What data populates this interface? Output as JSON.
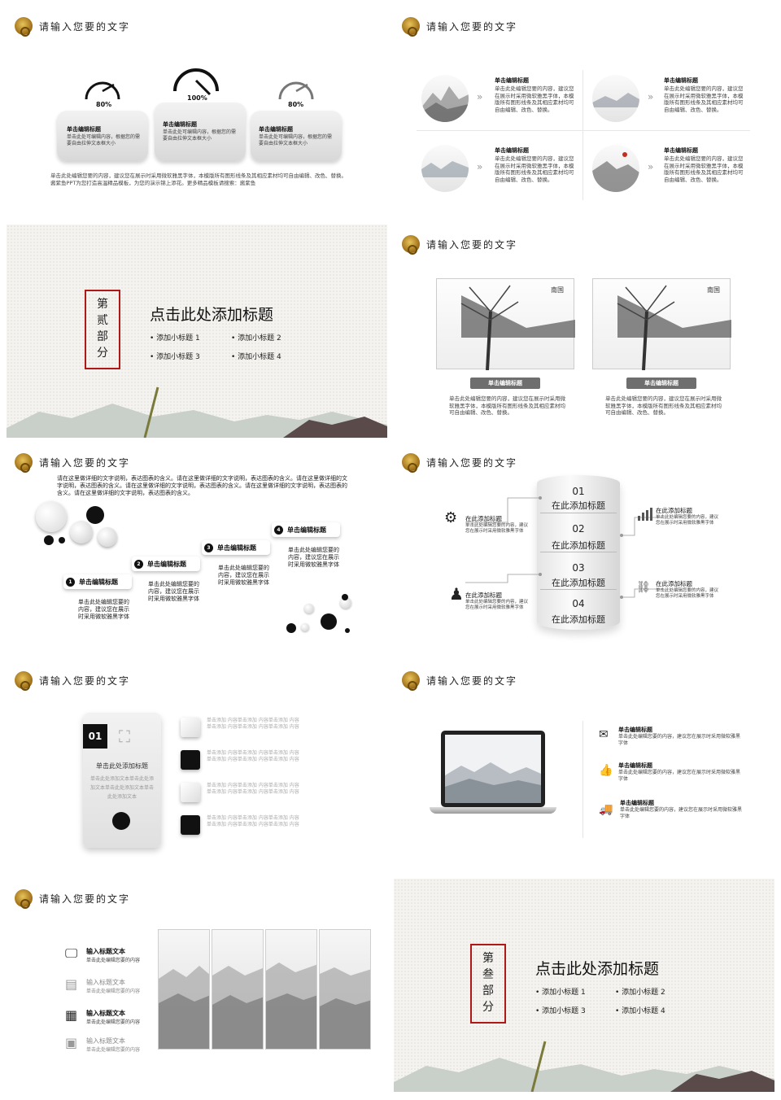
{
  "header_text": "请输入您要的文字",
  "slide1": {
    "gauges": [
      {
        "label": "80%",
        "value": 0.8
      },
      {
        "label": "100%",
        "value": 1.0
      },
      {
        "label": "80%",
        "value": 0.8
      }
    ],
    "cards": [
      {
        "title": "单击编辑标题",
        "body": "单击此处可编辑内容，根据您的需要自由拉伸文本框大小"
      },
      {
        "title": "单击编辑标题",
        "body": "单击此处可编辑内容，根据您的需要自由拉伸文本框大小"
      },
      {
        "title": "单击编辑标题",
        "body": "单击此处可编辑内容，根据您的需要自由拉伸文本框大小"
      }
    ],
    "footer": "单击此处编辑您要的内容，建议您在展示时采用微软雅黑字体，本模版所有图形线条及其相应素材均可自由编辑、改色、替换。酱紫鱼PPT为您打造高温精品模板，为您的演示锦上添花。更多精品模板请搜索：酱紫鱼"
  },
  "slide2": {
    "items": [
      {
        "title": "单击编辑标题",
        "body": "单击此处编辑您要的内容，建议您在展示时采用微软雅黑字体，本模版所有图形线条及其相应素材均可自由编辑、改色、替换。"
      },
      {
        "title": "单击编辑标题",
        "body": "单击此处编辑您要的内容，建议您在展示时采用微软雅黑字体，本模版所有图形线条及其相应素材均可自由编辑、改色、替换。"
      },
      {
        "title": "单击编辑标题",
        "body": "单击此处编辑您要的内容，建议您在展示时采用微软雅黑字体，本模版所有图形线条及其相应素材均可自由编辑、改色、替换。"
      },
      {
        "title": "单击编辑标题",
        "body": "单击此处编辑您要的内容，建议您在展示时采用微软雅黑字体，本模版所有图形线条及其相应素材均可自由编辑、改色、替换。"
      }
    ]
  },
  "slide3": {
    "seal": [
      "第",
      "贰",
      "部",
      "分"
    ],
    "title": "点击此处添加标题",
    "subs": [
      "添加小标题 1",
      "添加小标题 2",
      "添加小标题 3",
      "添加小标题 4"
    ]
  },
  "slide4": {
    "seal_text": "南国",
    "items": [
      {
        "button": "单击编辑标题",
        "body": "单击此处编辑您要的内容，建议您在展示时采用微软雅黑字体，本模版所有图形线条及其相应素材均可自由编辑、改色、替换。"
      },
      {
        "button": "单击编辑标题",
        "body": "单击此处编辑您要的内容，建议您在展示时采用微软雅黑字体，本模版所有图形线条及其相应素材均可自由编辑、改色、替换。"
      }
    ]
  },
  "slide5": {
    "intro": "请在这里做详细的文字说明，表达图表的含义。请在这里做详细的文字说明，表达图表的含义。请在这里做详细的文字说明，表达图表的含义。请在这里做详细的文字说明，表达图表的含义。请在这里做详细的文字说明，表达图表的含义。请在这里做详细的文字说明，表达图表的含义。",
    "steps": [
      {
        "num": "1",
        "title": "单击编辑标题",
        "body": "单击此处编辑您要的内容，建议您在展示时采用微软雅黑字体"
      },
      {
        "num": "2",
        "title": "单击编辑标题",
        "body": "单击此处编辑您要的内容，建议您在展示时采用微软雅黑字体"
      },
      {
        "num": "3",
        "title": "单击编辑标题",
        "body": "单击此处编辑您要的内容，建议您在展示时采用微软雅黑字体"
      },
      {
        "num": "4",
        "title": "单击编辑标题",
        "body": "单击此处编辑您要的内容，建议您在展示时采用微软雅黑字体"
      }
    ]
  },
  "slide6": {
    "layers": [
      {
        "num": "01",
        "label": "在此添加标题"
      },
      {
        "num": "02",
        "label": "在此添加标题"
      },
      {
        "num": "03",
        "label": "在此添加标题"
      },
      {
        "num": "04",
        "label": "在此添加标题"
      }
    ],
    "callouts": [
      {
        "title": "在此添加标题",
        "body": "单击此处编辑您要的内容，建议您在展示时采用微软雅黑字体"
      },
      {
        "title": "在此添加标题",
        "body": "单击此处编辑您要的内容，建议您在展示时采用微软雅黑字体"
      },
      {
        "title": "在此添加标题",
        "body": "单击此处编辑您要的内容，建议您在展示时采用微软雅黑字体"
      },
      {
        "title": "在此添加标题",
        "body": "单击此处编辑您要的内容，建议您在展示时采用微软雅黑字体"
      }
    ]
  },
  "slide7": {
    "badge": "01",
    "card_title": "单击此处添加标题",
    "card_body": "单击此处添加文本单击此处添加文本单击此处添加文本单击此处添加文本",
    "rows": [
      "单击添加 内容单击添加 内容单击添加 内容单击添加 内容单击添加 内容单击添加 内容",
      "单击添加 内容单击添加 内容单击添加 内容单击添加 内容单击添加 内容单击添加 内容",
      "单击添加 内容单击添加 内容单击添加 内容单击添加 内容单击添加 内容单击添加 内容",
      "单击添加 内容单击添加 内容单击添加 内容单击添加 内容单击添加 内容单击添加 内容"
    ]
  },
  "slide8": {
    "items": [
      {
        "title": "单击编辑标题",
        "body": "单击此处编辑您要的内容，建议您在展示时采用微软雅黑字体"
      },
      {
        "title": "单击编辑标题",
        "body": "单击此处编辑您要的内容，建议您在展示时采用微软雅黑字体"
      },
      {
        "title": "单击编辑标题",
        "body": "单击此处编辑您要的内容，建议您在展示时采用微软雅黑字体"
      }
    ]
  },
  "slide9": {
    "items": [
      {
        "title": "输入标题文本",
        "body": "单击此处编辑您要的内容"
      },
      {
        "title": "输入标题文本",
        "body": "单击此处编辑您要的内容"
      },
      {
        "title": "输入标题文本",
        "body": "单击此处编辑您要的内容"
      },
      {
        "title": "输入标题文本",
        "body": "单击此处编辑您要的内容"
      }
    ]
  },
  "slide10": {
    "seal": [
      "第",
      "叁",
      "部",
      "分"
    ],
    "title": "点击此处添加标题",
    "subs": [
      "添加小标题 1",
      "添加小标题 2",
      "添加小标题 3",
      "添加小标题 4"
    ]
  }
}
